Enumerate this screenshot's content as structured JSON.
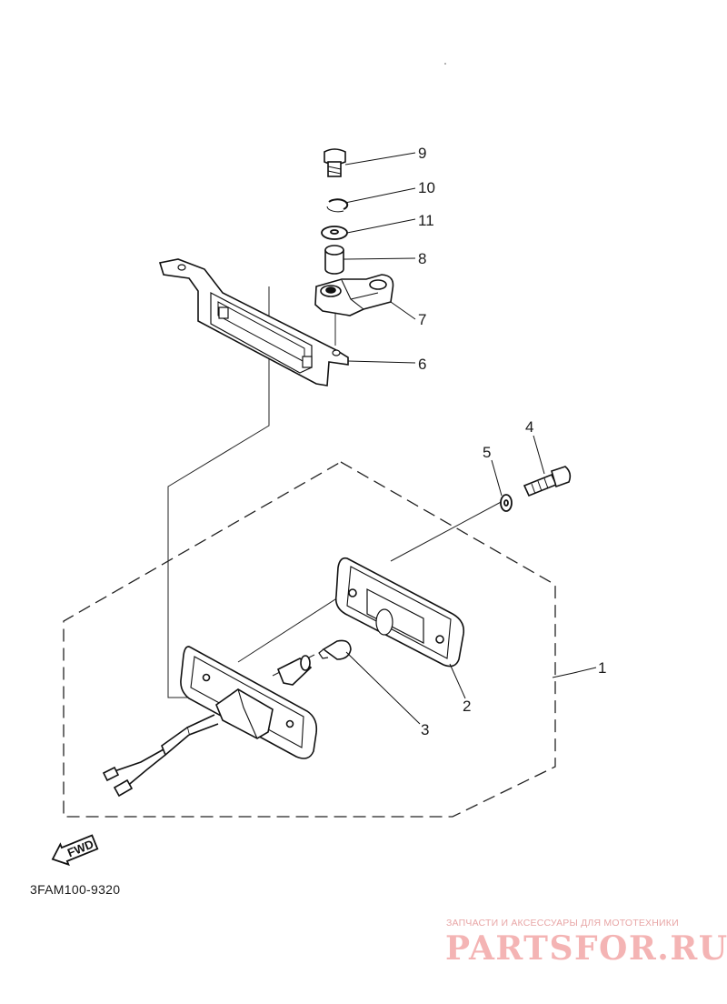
{
  "diagram": {
    "callouts": [
      {
        "id": "1",
        "label": "1"
      },
      {
        "id": "2",
        "label": "2"
      },
      {
        "id": "3",
        "label": "3"
      },
      {
        "id": "4",
        "label": "4"
      },
      {
        "id": "5",
        "label": "5"
      },
      {
        "id": "6",
        "label": "6"
      },
      {
        "id": "7",
        "label": "7"
      },
      {
        "id": "8",
        "label": "8"
      },
      {
        "id": "9",
        "label": "9"
      },
      {
        "id": "10",
        "label": "10"
      },
      {
        "id": "11",
        "label": "11"
      }
    ],
    "direction_badge": "FWD",
    "drawing_code": "3FAM100-9320"
  },
  "watermark": {
    "tagline": "ЗАПЧАСТИ И АКСЕССУАРЫ ДЛЯ МОТОТЕХНИКИ",
    "logo": "PARTSFOR.RU",
    "color": "#f4b4b4"
  }
}
